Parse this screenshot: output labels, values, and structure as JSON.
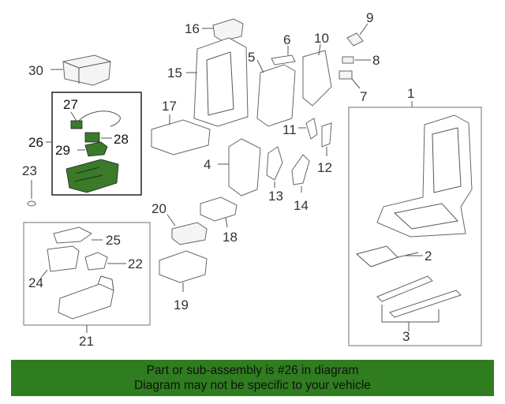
{
  "callouts": {
    "c1": "1",
    "c2": "2",
    "c3": "3",
    "c4": "4",
    "c5": "5",
    "c6": "6",
    "c7": "7",
    "c8": "8",
    "c9": "9",
    "c10": "10",
    "c11": "11",
    "c12": "12",
    "c13": "13",
    "c14": "14",
    "c15": "15",
    "c16": "16",
    "c17": "17",
    "c18": "18",
    "c19": "19",
    "c20": "20",
    "c21": "21",
    "c22": "22",
    "c23": "23",
    "c24": "24",
    "c25": "25",
    "c26": "26",
    "c27": "27",
    "c28": "28",
    "c29": "29",
    "c30": "30"
  },
  "colors": {
    "highlight": "#3a7a2a",
    "banner": "#2f7d1f",
    "line": "#555555"
  },
  "banner": {
    "line1": "Part or sub-assembly is #26 in diagram",
    "line2": "Diagram may not be specific to your vehicle"
  }
}
